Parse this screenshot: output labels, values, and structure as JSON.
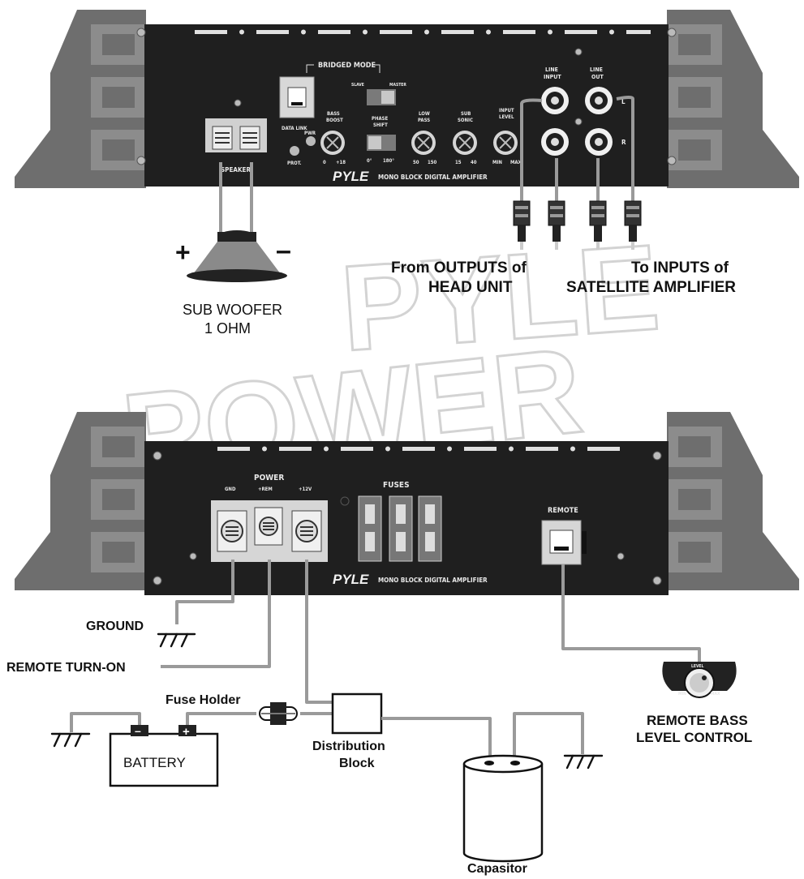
{
  "watermark": {
    "top": "PYLE",
    "bottom": "POWER"
  },
  "top_amp": {
    "brand": "PYLE",
    "model": "MONO BLOCK DIGITAL AMPLIFIER",
    "bridged_mode": "BRIDGED MODE",
    "slave": "SLAVE",
    "master": "MASTER",
    "data_link": "DATA LINK",
    "bass_boost": [
      "BASS",
      "BOOST"
    ],
    "bass_scale": [
      "0",
      "+18"
    ],
    "pwr": "PWR",
    "prot": "PROT.",
    "phase_shift": [
      "PHASE",
      "SHIFT"
    ],
    "phase_scale": [
      "0°",
      "180°"
    ],
    "low_pass": [
      "LOW",
      "PASS"
    ],
    "low_scale": [
      "50",
      "150"
    ],
    "sub_sonic": [
      "SUB",
      "SONIC"
    ],
    "sub_scale": [
      "15",
      "40"
    ],
    "input_level": [
      "INPUT",
      "LEVEL"
    ],
    "input_scale": [
      "MIN",
      "MAX"
    ],
    "line_input": [
      "LINE",
      "INPUT"
    ],
    "line_out": [
      "LINE",
      "OUT"
    ],
    "ch_l": "L",
    "ch_r": "R",
    "speaker": "SPEAKER"
  },
  "bottom_amp": {
    "brand": "PYLE",
    "model": "MONO BLOCK DIGITAL AMPLIFIER",
    "power": "POWER",
    "gnd": "GND",
    "rem": "+REM",
    "v12": "+12V",
    "fuses": "FUSES",
    "remote": "REMOTE"
  },
  "labels": {
    "plus": "+",
    "minus": "–",
    "sub_woofer": [
      "SUB WOOFER",
      "1 OHM"
    ],
    "from_outputs": [
      "From OUTPUTS of",
      "HEAD UNIT"
    ],
    "to_inputs": [
      "To INPUTS of",
      "SATELLITE AMPLIFIER"
    ],
    "ground": "GROUND",
    "remote_turn_on": "REMOTE TURN-ON",
    "fuse_holder": "Fuse Holder",
    "battery": "BATTERY",
    "battery_neg": "–",
    "battery_pos": "+",
    "distribution_block": [
      "Distribution",
      "Block"
    ],
    "capacitor": "Capasitor",
    "remote_bass": [
      "REMOTE BASS",
      "LEVEL CONTROL"
    ],
    "knob_level": "LEVEL",
    "knob_min": "MIN",
    "knob_max": "MAX"
  }
}
